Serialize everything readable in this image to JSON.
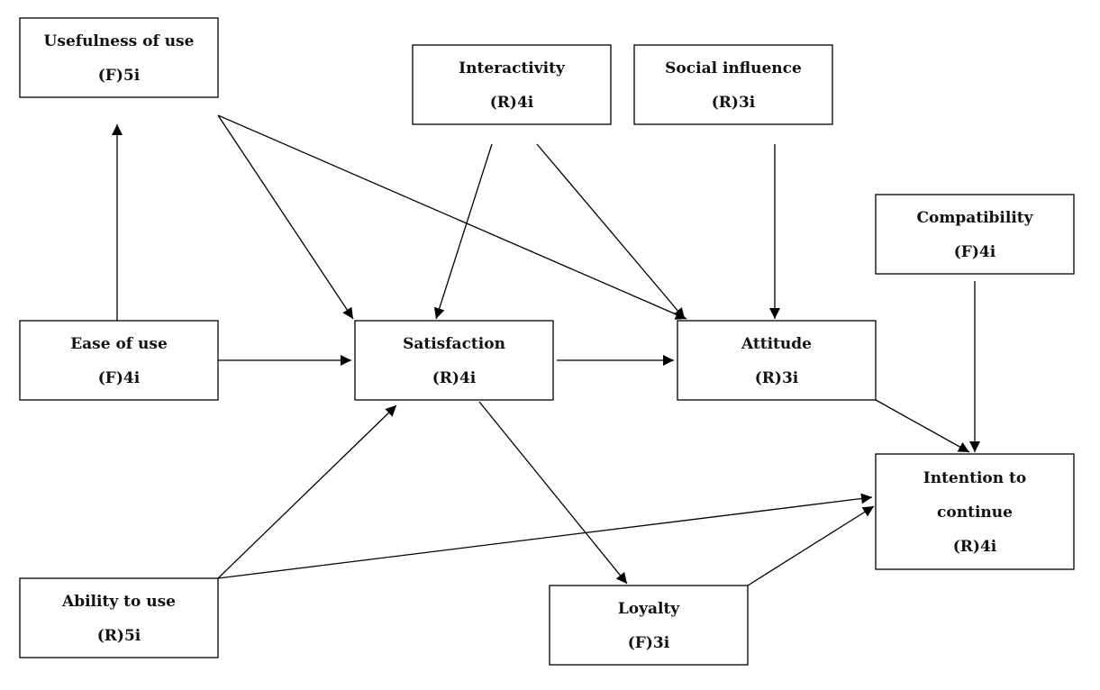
{
  "nodes": [
    {
      "id": "usefulness",
      "lines": [
        "Usefulness of use",
        "(F)5i"
      ]
    },
    {
      "id": "interactivity",
      "lines": [
        "Interactivity",
        "(R)4i"
      ]
    },
    {
      "id": "social",
      "lines": [
        "Social influence",
        "(R)3i"
      ]
    },
    {
      "id": "compatibility",
      "lines": [
        "Compatibility",
        "(F)4i"
      ]
    },
    {
      "id": "ease",
      "lines": [
        "Ease of use",
        "(F)4i"
      ]
    },
    {
      "id": "satisfaction",
      "lines": [
        "Satisfaction",
        "(R)4i"
      ]
    },
    {
      "id": "attitude",
      "lines": [
        "Attitude",
        "(R)3i"
      ]
    },
    {
      "id": "intention",
      "lines": [
        "Intention to",
        "continue",
        "(R)4i"
      ]
    },
    {
      "id": "ability",
      "lines": [
        "Ability to use",
        "(R)5i"
      ]
    },
    {
      "id": "loyalty",
      "lines": [
        "Loyalty",
        "(F)3i"
      ]
    }
  ],
  "edges": [
    {
      "from": "ease",
      "to": "usefulness"
    },
    {
      "from": "usefulness",
      "to": "satisfaction"
    },
    {
      "from": "usefulness",
      "to": "attitude"
    },
    {
      "from": "interactivity",
      "to": "satisfaction"
    },
    {
      "from": "interactivity",
      "to": "attitude"
    },
    {
      "from": "social",
      "to": "attitude"
    },
    {
      "from": "compatibility",
      "to": "intention"
    },
    {
      "from": "ease",
      "to": "satisfaction"
    },
    {
      "from": "satisfaction",
      "to": "attitude"
    },
    {
      "from": "attitude",
      "to": "intention"
    },
    {
      "from": "satisfaction",
      "to": "loyalty"
    },
    {
      "from": "ability",
      "to": "satisfaction"
    },
    {
      "from": "ability",
      "to": "intention"
    },
    {
      "from": "loyalty",
      "to": "intention"
    }
  ]
}
